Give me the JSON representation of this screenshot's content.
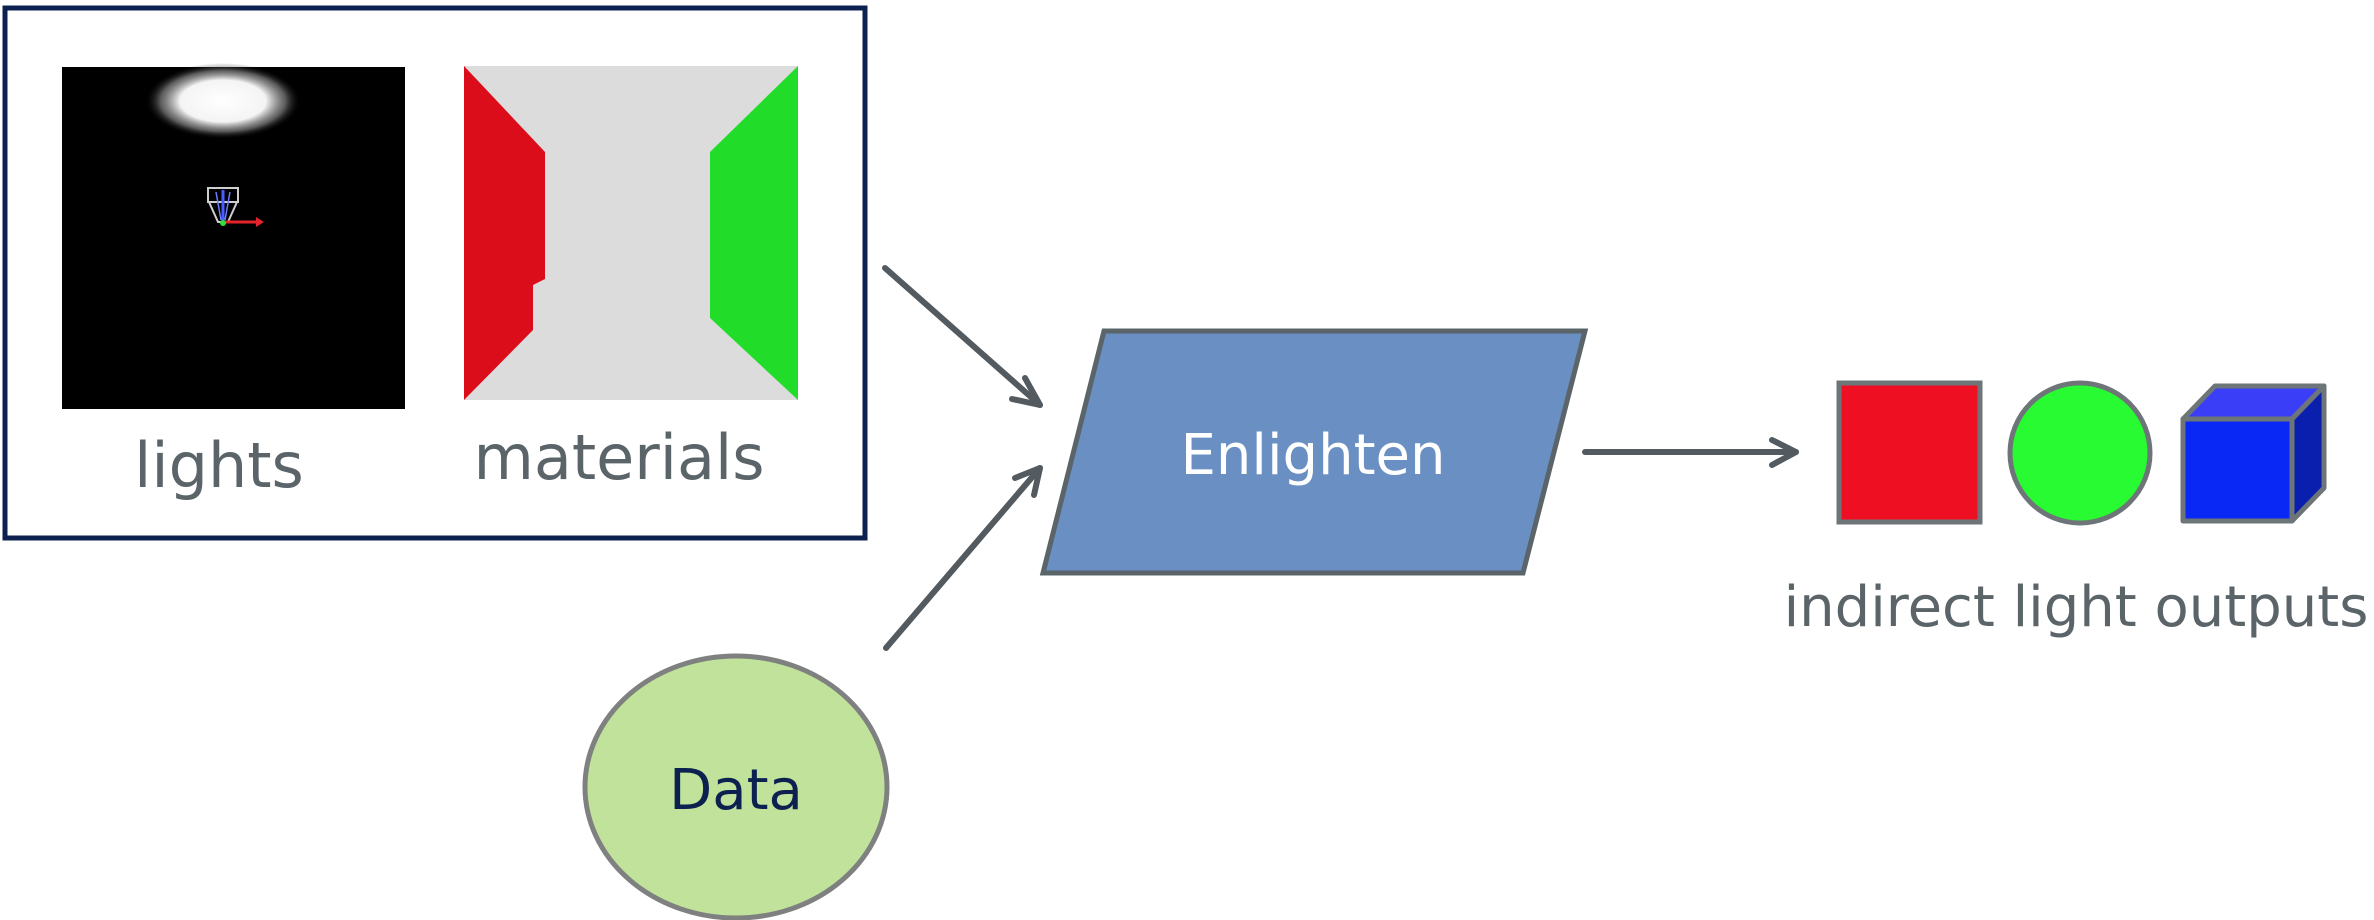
{
  "inputs": {
    "lights_label": "lights",
    "materials_label": "materials"
  },
  "processor": {
    "label": "Enlighten"
  },
  "data_node": {
    "label": "Data"
  },
  "outputs": {
    "label": "indirect light outputs"
  },
  "colors": {
    "border_dark": "#0d2150",
    "arrow": "#535b61",
    "label_gray": "#5b6468",
    "enlighten_fill": "#6a8fc2",
    "data_fill": "#c0e29a",
    "data_text": "#0d2150",
    "red": "#ef0f22",
    "green": "#29fb32",
    "blue": "#0a28f5",
    "material_bg": "#dcdcdc",
    "material_red": "#dc0d1a",
    "material_green": "#22dc2a"
  }
}
